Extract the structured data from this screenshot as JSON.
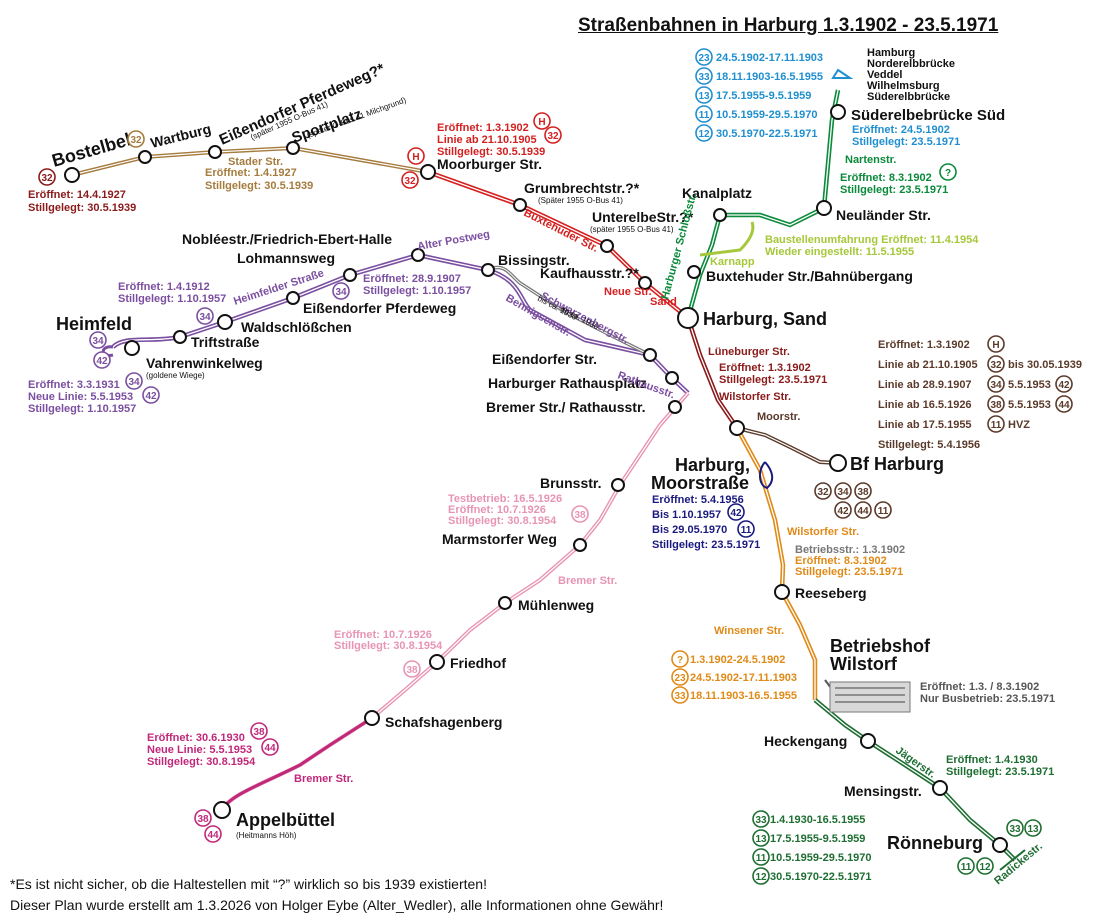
{
  "title": "Straßenbahnen in Harburg 1.3.1902 - 23.5.1971",
  "footnotes": [
    "*Es ist nicht sicher, ob die Haltestellen mit “?” wirklich so bis 1939 existierten!",
    "Dieser Plan wurde erstellt am 1.3.2026 von Holger Eybe (Alter_Wedler), alle Informationen ohne Gewähr!"
  ],
  "colors": {
    "red": "#d42020",
    "darkred": "#8b1a1a",
    "brown": "#a57b3e",
    "purple": "#7b4fa0",
    "pink": "#e894b4",
    "magenta": "#c0287a",
    "green": "#0a8a3a",
    "darkgreen": "#1e6e32",
    "lime": "#a6c83a",
    "blue": "#1f8fd0",
    "navy": "#1a1a80",
    "orange": "#e08a18",
    "grey": "#7a7a7a",
    "depot": "#4a3a2a"
  },
  "stations": {
    "bostelbek": "Bostelbek",
    "wartburg": "Wartburg",
    "eissendorfer_pferdeweg_q": "Eißendorfer Pferdeweg?*",
    "eissendorfer_obus": "(später 1955 O-Bus 41)",
    "sportplatz": "Sportplatz",
    "sportplatz_obus": "(später O-Bus 41 Milchgrund)",
    "moorburger": "Moorburger Str.",
    "grumbrecht": "Grumbrechtstr.?*",
    "grumbrecht_obus": "(Später 1955 O-Bus 41)",
    "unterelbe": "UnterelbeStr.?*",
    "unterelbe_obus": "(später 1955 O-Bus 41)",
    "kaufhaus": "Kaufhausstr.?*",
    "kanalplatz": "Kanalplatz",
    "neulaender": "Neuländer Str.",
    "suederelbruecke": "Süderelbebrücke Süd",
    "buxtehuder_bahn": "Buxtehuder Str./Bahnübergang",
    "harburg_sand": "Harburg, Sand",
    "noblee": "Nobléestr./Friedrich-Ebert-Halle",
    "lohmannsweg": "Lohmannsweg",
    "bissingstr": "Bissingstr.",
    "eissendorfer_pferdeweg": "Eißendorfer Pferdeweg",
    "heimfeld": "Heimfeld",
    "waldschloesschen": "Waldschlößchen",
    "triftstrasse": "Triftstraße",
    "vahrenwinkelweg": "Vahrenwinkelweg",
    "goldene_wiege": "(goldene Wiege)",
    "eissendorfer_str": "Eißendorfer Str.",
    "rathausplatz": "Harburger Rathausplatz",
    "bremer_rathaus": "Bremer Str./ Rathausstr.",
    "harburg_moorstrasse_1": "Harburg,",
    "harburg_moorstrasse_2": "Moorstraße",
    "bf_harburg": "Bf Harburg",
    "brunsstr": "Brunsstr.",
    "marmstorfer": "Marmstorfer Weg",
    "reeseberg": "Reeseberg",
    "muehlenweg": "Mühlenweg",
    "friedhof": "Friedhof",
    "betriebshof_1": "Betriebshof",
    "betriebshof_2": "Wilstorf",
    "schafshagenberg": "Schafshagenberg",
    "heckengang": "Heckengang",
    "mensingstr": "Mensingstr.",
    "appelbuettel": "Appelbüttel",
    "heitmanns": "(Heitmanns Höh)",
    "roenneburg": "Rönneburg"
  },
  "streets": {
    "stader": "Stader Str.",
    "buxtehuder": "Buxtehuder Str.",
    "neue": "Neue Str.",
    "sand": "Sand",
    "harburger_schloss": "Harburger Schloßstr.",
    "nartenstr": "Nartenstr.",
    "karnapp": "Karnapp",
    "alter_postweg": "Alter Postweg",
    "heimfelder": "Heimfelder Straße",
    "schwarzenberg": "Schwarzenbergstr.",
    "bennigsen": "Bennigsenstr.",
    "ab_ca": "ab ca. 1930",
    "bis_ca": "bis ca. 1930",
    "rathausstr": "Rathausstr.",
    "lueneburger": "Lüneburger Str.",
    "wilstorfer1": "Wilstorfer Str.",
    "moorstr": "Moorstr.",
    "wilstorfer2": "Wilstorfer Str.",
    "bremer1": "Bremer Str.",
    "winsener": "Winsener Str.",
    "bremer2": "Bremer Str.",
    "jaeger": "Jägerstr.",
    "radicke": "Radickestr."
  },
  "notes": {
    "bostelbek": [
      "Eröffnet: 14.4.1927",
      "Stillgelegt: 30.5.1939"
    ],
    "stader": [
      "Eröffnet: 1.4.1927",
      "Stillgelegt: 30.5.1939"
    ],
    "moorburger": [
      "Eröffnet: 1.3.1902",
      "Linie ab 21.10.1905",
      "Stillgelegt: 30.5.1939"
    ],
    "suederelbe": [
      "Eröffnet: 24.5.1902",
      "Stillgelegt: 23.5.1971"
    ],
    "nartenstr": [
      "Eröffnet: 8.3.1902",
      "Stillgelegt: 23.5.1971"
    ],
    "karnapp": [
      "Baustellenumfahrung Eröffnet: 11.4.1954",
      "Wieder eingestellt: 11.5.1955"
    ],
    "heimfelder": [
      "Eröffnet: 1.4.1912",
      "Stillgelegt: 1.10.1957"
    ],
    "alter_postweg": [
      "Eröffnet: 28.9.1907",
      "Stillgelegt: 1.10.1957"
    ],
    "vahrenwinkel": [
      "Eröffnet: 3.3.1931",
      "Neue Linie: 5.5.1953",
      "Stillgelegt: 1.10.1957"
    ],
    "lueneburger": [
      "Eröffnet: 1.3.1902",
      "Stillgelegt: 23.5.1971"
    ],
    "moorstrasse": [
      "Eröffnet: 5.4.1956",
      "Bis 1.10.1957",
      "Bis 29.05.1970",
      "Stillgelegt: 23.5.1971"
    ],
    "brunsstr": [
      "Testbetrieb: 16.5.1926",
      "Eröffnet: 10.7.1926",
      "Stillgelegt: 30.8.1954"
    ],
    "wilstorfer": [
      "Betriebsstr.: 1.3.1902",
      "Eröffnet: 8.3.1902",
      "Stillgelegt: 23.5.1971"
    ],
    "friedhof": [
      "Eröffnet: 10.7.1926",
      "Stillgelegt: 30.8.1954"
    ],
    "betriebshof": [
      "Eröffnet: 1.3. / 8.3.1902",
      "Nur Busbetrieb: 23.5.1971"
    ],
    "appelbuettel": [
      "Eröffnet: 30.6.1930",
      "Neue Linie: 5.5.1953",
      "Stillgelegt: 30.8.1954"
    ],
    "jaeger": [
      "Eröffnet: 1.4.1930",
      "Stillgelegt: 23.5.1971"
    ]
  },
  "blue_legend": [
    {
      "line": "23",
      "text": "24.5.1902-17.11.1903"
    },
    {
      "line": "33",
      "text": "18.11.1903-16.5.1955"
    },
    {
      "line": "13",
      "text": "17.5.1955-9.5.1959"
    },
    {
      "line": "11",
      "text": "10.5.1959-29.5.1970"
    },
    {
      "line": "12",
      "text": "30.5.1970-22.5.1971"
    }
  ],
  "hamburg_dest": [
    "Hamburg",
    "Norderelbbrücke",
    "Veddel",
    "Wilhelmsburg",
    "Süderelbbrücke"
  ],
  "brown_legend": [
    {
      "text": "Eröffnet: 1.3.1902",
      "b1": "H",
      "mid": "",
      "b2": ""
    },
    {
      "text": "Linie ab 21.10.1905",
      "b1": "32",
      "mid": "bis 30.05.1939",
      "b2": ""
    },
    {
      "text": "Linie ab 28.9.1907",
      "b1": "34",
      "mid": "5.5.1953",
      "b2": "42"
    },
    {
      "text": "Linie ab 16.5.1926",
      "b1": "38",
      "mid": "5.5.1953",
      "b2": "44"
    },
    {
      "text": "Linie ab 17.5.1955",
      "b1": "11",
      "mid": "HVZ",
      "b2": ""
    },
    {
      "text": "Stillgelegt: 5.4.1956",
      "b1": "",
      "mid": "",
      "b2": ""
    }
  ],
  "orange_legend": [
    {
      "line": "?",
      "text": "1.3.1902-24.5.1902"
    },
    {
      "line": "23",
      "text": "24.5.1902-17.11.1903"
    },
    {
      "line": "33",
      "text": "18.11.1903-16.5.1955"
    }
  ],
  "green_legend": [
    {
      "line": "33",
      "text": "1.4.1930-16.5.1955"
    },
    {
      "line": "13",
      "text": "17.5.1955-9.5.1959"
    },
    {
      "line": "11",
      "text": "10.5.1959-29.5.1970"
    },
    {
      "line": "12",
      "text": "30.5.1970-22.5.1971"
    }
  ],
  "badges": {
    "b32": "32",
    "b34": "34",
    "b38": "38",
    "b42": "42",
    "b44": "44",
    "b11": "11",
    "b12": "12",
    "b13": "13",
    "b33": "33",
    "bH": "H",
    "bQ": "?"
  }
}
